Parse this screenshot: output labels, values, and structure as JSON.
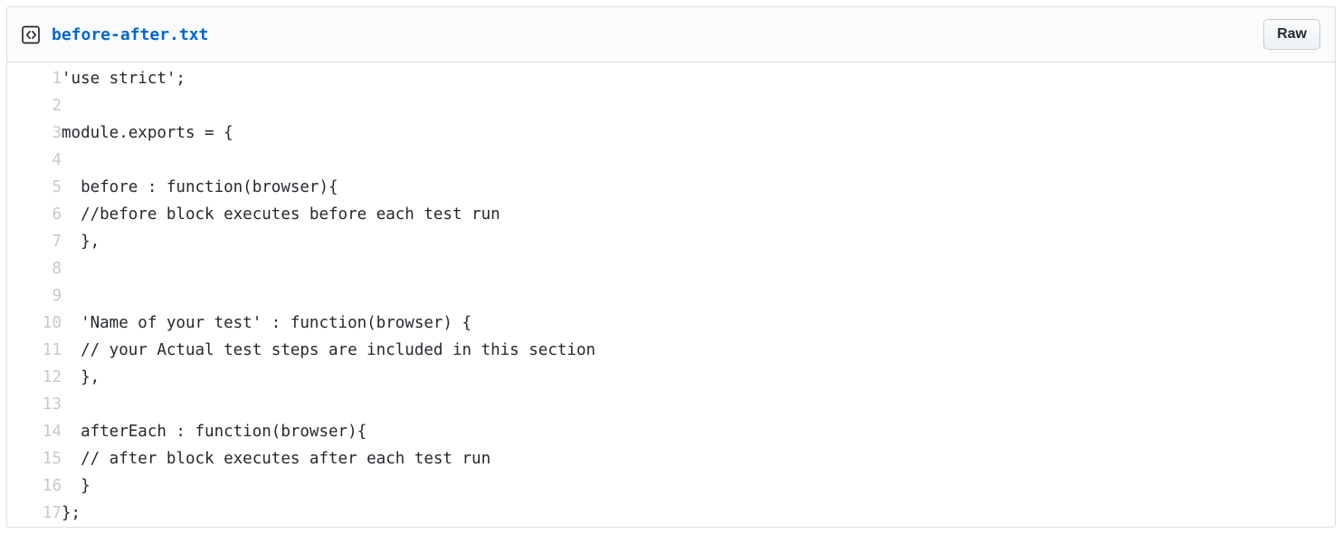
{
  "file": {
    "name": "before-after.txt",
    "raw_button_label": "Raw"
  },
  "colors": {
    "filename_link": "#0366d6",
    "code_text": "#24292e",
    "line_number": "#c6c8ca",
    "header_background": "#fafbfc",
    "border": "#dddddd"
  },
  "code": {
    "lines": [
      {
        "num": "1",
        "text": "'use strict';"
      },
      {
        "num": "2",
        "text": ""
      },
      {
        "num": "3",
        "text": "module.exports = {"
      },
      {
        "num": "4",
        "text": ""
      },
      {
        "num": "5",
        "text": "  before : function(browser){"
      },
      {
        "num": "6",
        "text": "  //before block executes before each test run"
      },
      {
        "num": "7",
        "text": "  },"
      },
      {
        "num": "8",
        "text": ""
      },
      {
        "num": "9",
        "text": ""
      },
      {
        "num": "10",
        "text": "  'Name of your test' : function(browser) {"
      },
      {
        "num": "11",
        "text": "  // your Actual test steps are included in this section"
      },
      {
        "num": "12",
        "text": "  },"
      },
      {
        "num": "13",
        "text": ""
      },
      {
        "num": "14",
        "text": "  afterEach : function(browser){"
      },
      {
        "num": "15",
        "text": "  // after block executes after each test run"
      },
      {
        "num": "16",
        "text": "  }"
      },
      {
        "num": "17",
        "text": "};"
      }
    ]
  }
}
